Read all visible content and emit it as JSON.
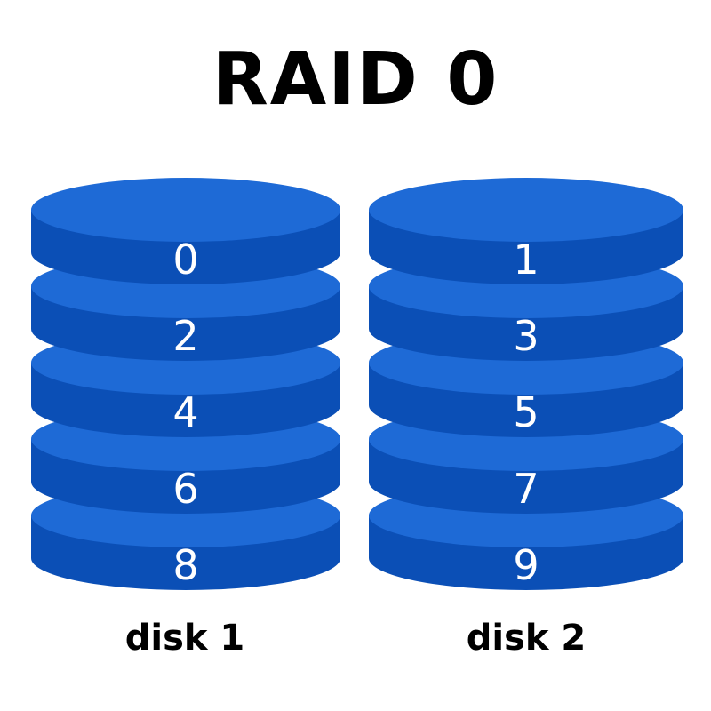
{
  "title": "RAID 0",
  "colors": {
    "top": "#1e6ad6",
    "side": "#0b4fb6",
    "text": "#ffffff"
  },
  "disks": [
    {
      "label": "disk 1",
      "blocks": [
        "0",
        "2",
        "4",
        "6",
        "8"
      ]
    },
    {
      "label": "disk 2",
      "blocks": [
        "1",
        "3",
        "5",
        "7",
        "9"
      ]
    }
  ]
}
